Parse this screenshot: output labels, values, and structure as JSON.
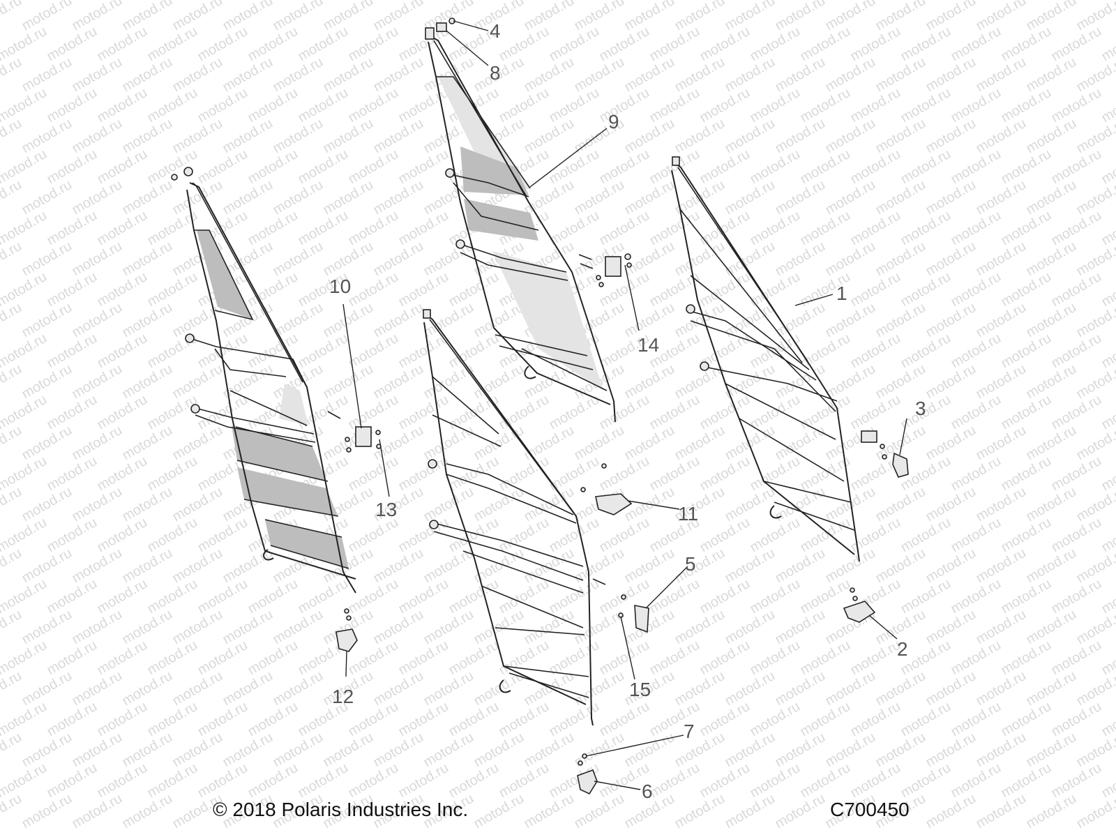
{
  "watermark": {
    "text": "motod.ru"
  },
  "callouts": [
    {
      "id": "1",
      "text": "1"
    },
    {
      "id": "2",
      "text": "2"
    },
    {
      "id": "3",
      "text": "3"
    },
    {
      "id": "4",
      "text": "4"
    },
    {
      "id": "5",
      "text": "5"
    },
    {
      "id": "6",
      "text": "6"
    },
    {
      "id": "7",
      "text": "7"
    },
    {
      "id": "8",
      "text": "8"
    },
    {
      "id": "9",
      "text": "9"
    },
    {
      "id": "10",
      "text": "10"
    },
    {
      "id": "11",
      "text": "11"
    },
    {
      "id": "12",
      "text": "12"
    },
    {
      "id": "13",
      "text": "13"
    },
    {
      "id": "14",
      "text": "14"
    },
    {
      "id": "15",
      "text": "15"
    }
  ],
  "footer": {
    "copyright": "© 2018 Polaris Industries Inc.",
    "diagram_code": "C700450"
  },
  "colors": {
    "callout": "#555555",
    "line": "#222222",
    "panel_dark": "#bdbdbd",
    "panel_light": "#e4e4e4"
  }
}
